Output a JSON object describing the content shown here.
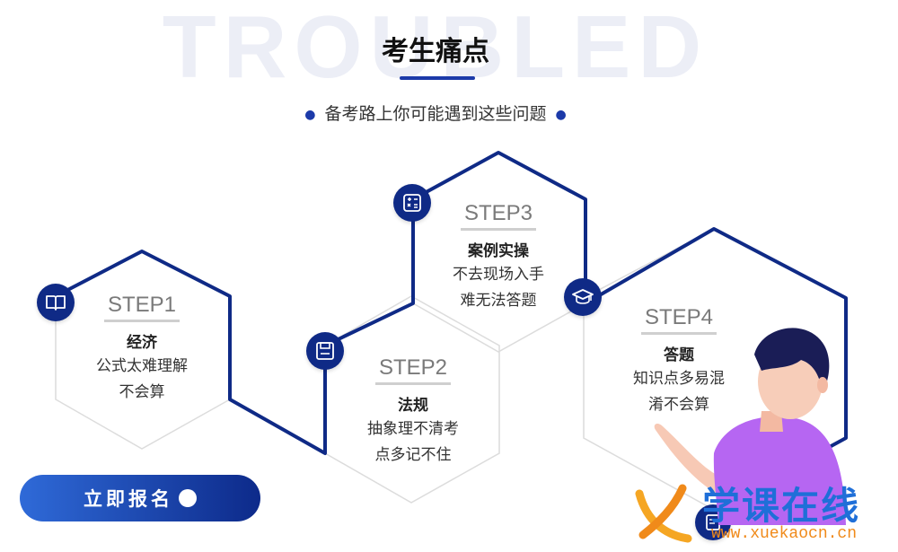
{
  "background_word": "TROUBLED",
  "title": "考生痛点",
  "subtitle": "备考路上你可能遇到这些问题",
  "steps": [
    {
      "label": "STEP1",
      "name": "经济",
      "line1": "公式太难理解",
      "line2": "不会算",
      "icon": "book-icon"
    },
    {
      "label": "STEP2",
      "name": "法规",
      "line1": "抽象理不清考",
      "line2": "点多记不住",
      "icon": "save-icon"
    },
    {
      "label": "STEP3",
      "name": "案例实操",
      "line1": "不去现场入手",
      "line2": "难无法答题",
      "icon": "calculator-icon"
    },
    {
      "label": "STEP4",
      "name": "答题",
      "line1": "知识点多易混",
      "line2": "淆不会算",
      "icon": "graduation-cap-icon"
    }
  ],
  "signup_button": "立即报名",
  "watermark": {
    "brand": "学课在线",
    "url": "www.xuekaocn.cn"
  },
  "colors": {
    "accent": "#0f2a86",
    "title_bar": "#1c3aa9",
    "watermark_blue": "#1f6fd8",
    "watermark_orange": "#f08a1a"
  }
}
